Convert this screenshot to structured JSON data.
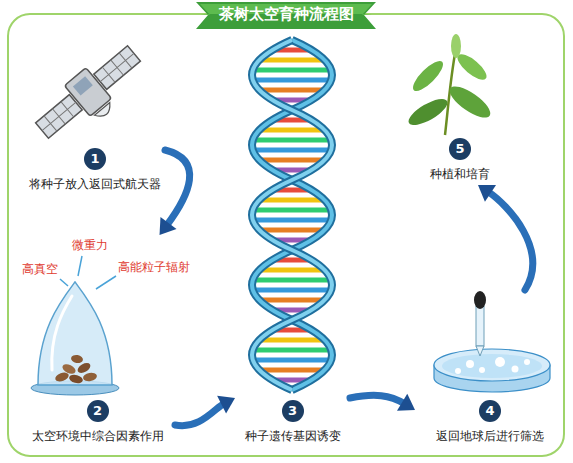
{
  "diagram": {
    "title": "茶树太空育种流程图",
    "nodes": [
      {
        "text": [
          "1",
          "将种子放入返回式航天器"
        ]
      },
      {
        "text": [
          "2",
          "太空环境中综合因素作用"
        ]
      },
      {
        "text": [
          "3",
          "种子遗传基因诱变"
        ]
      },
      {
        "text": [
          "4",
          "返回地球后进行筛选"
        ]
      },
      {
        "text": [
          "5",
          "种植和培育"
        ]
      }
    ],
    "edges": [
      {
        "from": 0,
        "to": 1,
        "arrow": "to"
      },
      {
        "from": 1,
        "to": 2,
        "arrow": "to"
      },
      {
        "from": 2,
        "to": 3,
        "arrow": "to"
      },
      {
        "from": 3,
        "to": 4,
        "arrow": "to"
      }
    ],
    "labels": [
      "高真空",
      "微重力",
      "高能粒子辐射"
    ]
  }
}
